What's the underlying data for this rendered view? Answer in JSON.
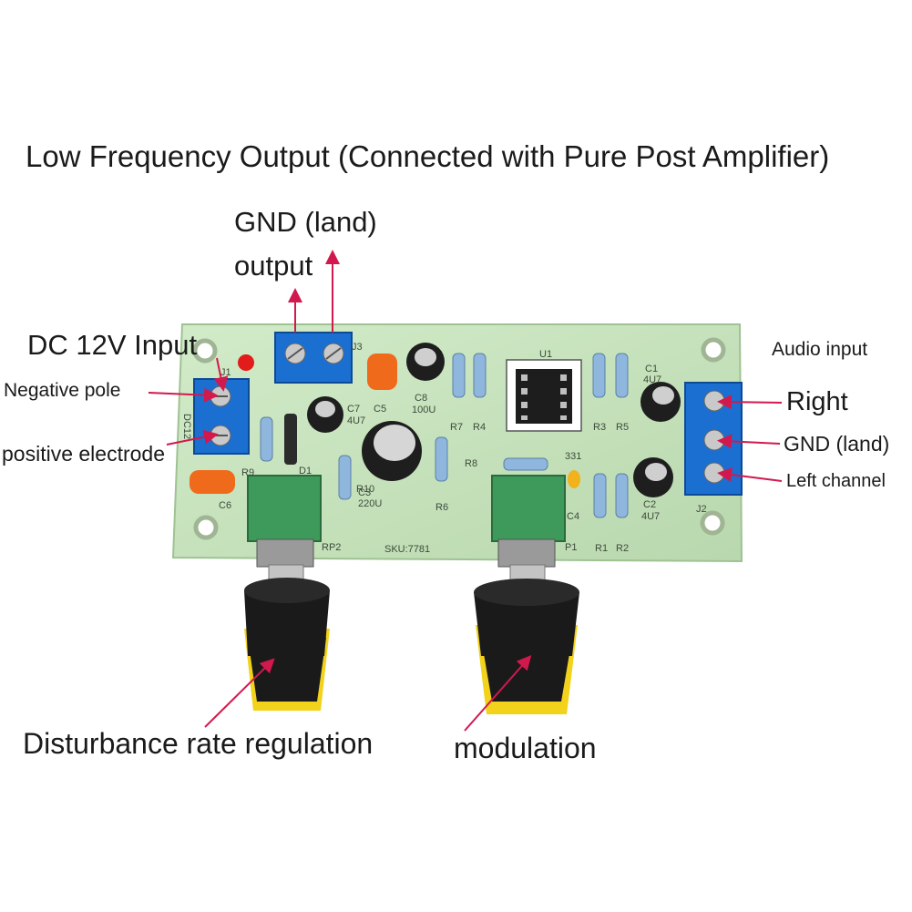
{
  "labels": {
    "title": "Low Frequency Output (Connected with Pure Post Amplifier)",
    "gnd_land_output": "GND (land)",
    "output": "output",
    "dc_input": "DC 12V Input",
    "negative_pole": "Negative pole",
    "positive_electrode": "positive electrode",
    "audio_input": "Audio input",
    "right": "Right",
    "gnd_land_input": "GND (land)",
    "left_channel": "Left channel",
    "disturbance": "Disturbance rate regulation",
    "modulation": "modulation"
  },
  "board_silkscreen": {
    "j1": "J1",
    "j2": "J2",
    "j3": "J3",
    "u1": "U1",
    "c1": "C1",
    "c1_val": "4U7",
    "c2": "C2",
    "c2_val": "4U7",
    "c3": "C3",
    "c3_val": "220U",
    "c4": "C4",
    "c5": "C5",
    "c6": "C6",
    "c7": "C7",
    "c7_val": "4U7",
    "c8": "C8",
    "c8_val": "100U",
    "d1": "D1",
    "r1": "R1",
    "r2": "R2",
    "r3": "R3",
    "r4": "R4",
    "r5": "R5",
    "r6": "R6",
    "r7": "R7",
    "r8": "R8",
    "r9": "R9",
    "r10": "R10",
    "rp1": "P1",
    "rp2": "RP2",
    "r8_val": "331",
    "sku": "SKU:7781",
    "dc": "DC12"
  },
  "colors": {
    "arrow": "#d2194e",
    "pcb": "#c9e3c0",
    "terminal": "#1b6fd1",
    "pot_body": "#3d9a5a",
    "knob": "#1a1a1a",
    "knob_skirt": "#f2d21a"
  }
}
